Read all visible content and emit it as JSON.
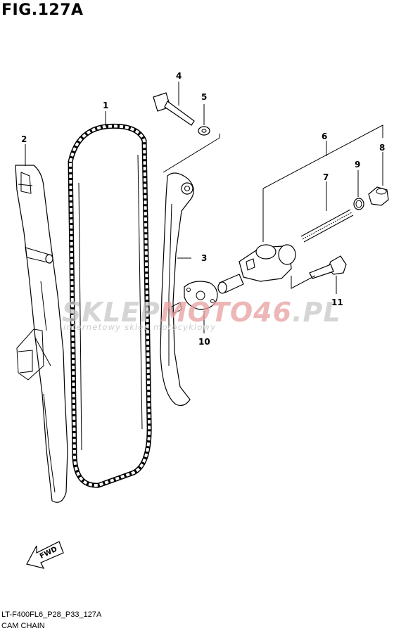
{
  "figure": {
    "title": "FIG.127A",
    "code": "LT-F400FL6_P28_P33_127A",
    "name": "CAM CHAIN"
  },
  "callouts": [
    "1",
    "2",
    "3",
    "4",
    "5",
    "6",
    "7",
    "8",
    "9",
    "10",
    "11"
  ],
  "watermark": {
    "logo_left": "SKLEP",
    "logo_accent": "MOTO46",
    "logo_right": ".PL",
    "tagline": "internetowy sklep motocyklowy"
  },
  "fwd_label": "FWD",
  "colors": {
    "line": "#000000",
    "watermark_gray": "#c8c8c8",
    "watermark_accent": "#e8a0a0"
  }
}
